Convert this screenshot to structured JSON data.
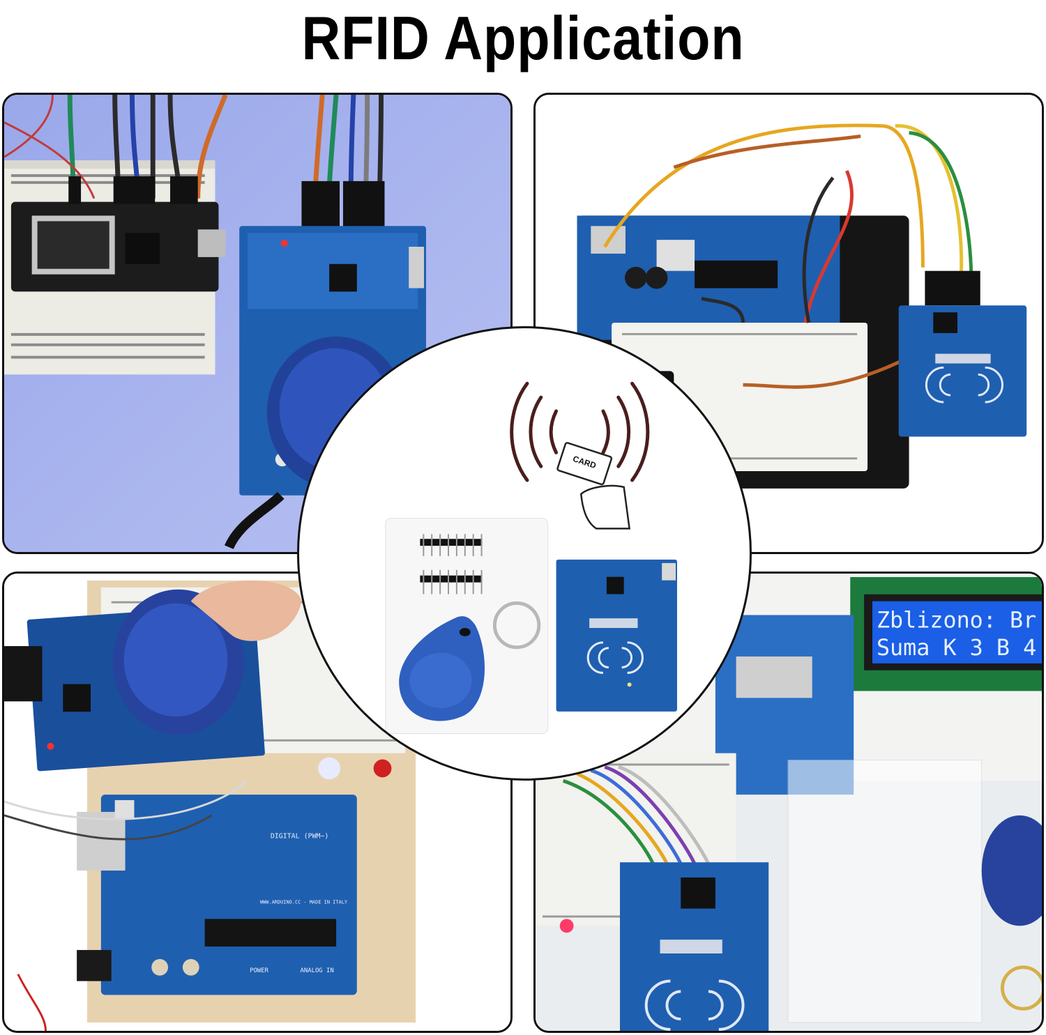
{
  "header": {
    "title": "RFID Application"
  },
  "center_icon": {
    "card_label": "CARD"
  },
  "lcd": {
    "line1": "Zblizono: Br",
    "line2": "Suma K 3 B 4"
  },
  "board_labels": {
    "digital": "DIGITAL (PWM~)",
    "website": "WWW.ARDUINO.CC - MADE IN ITALY",
    "power": "POWER",
    "analog": "ANALOG IN"
  },
  "colors": {
    "rfid_board": "#1f5fb0",
    "fob": "#2f5fbf",
    "background_tl": "#a8b4ee"
  }
}
